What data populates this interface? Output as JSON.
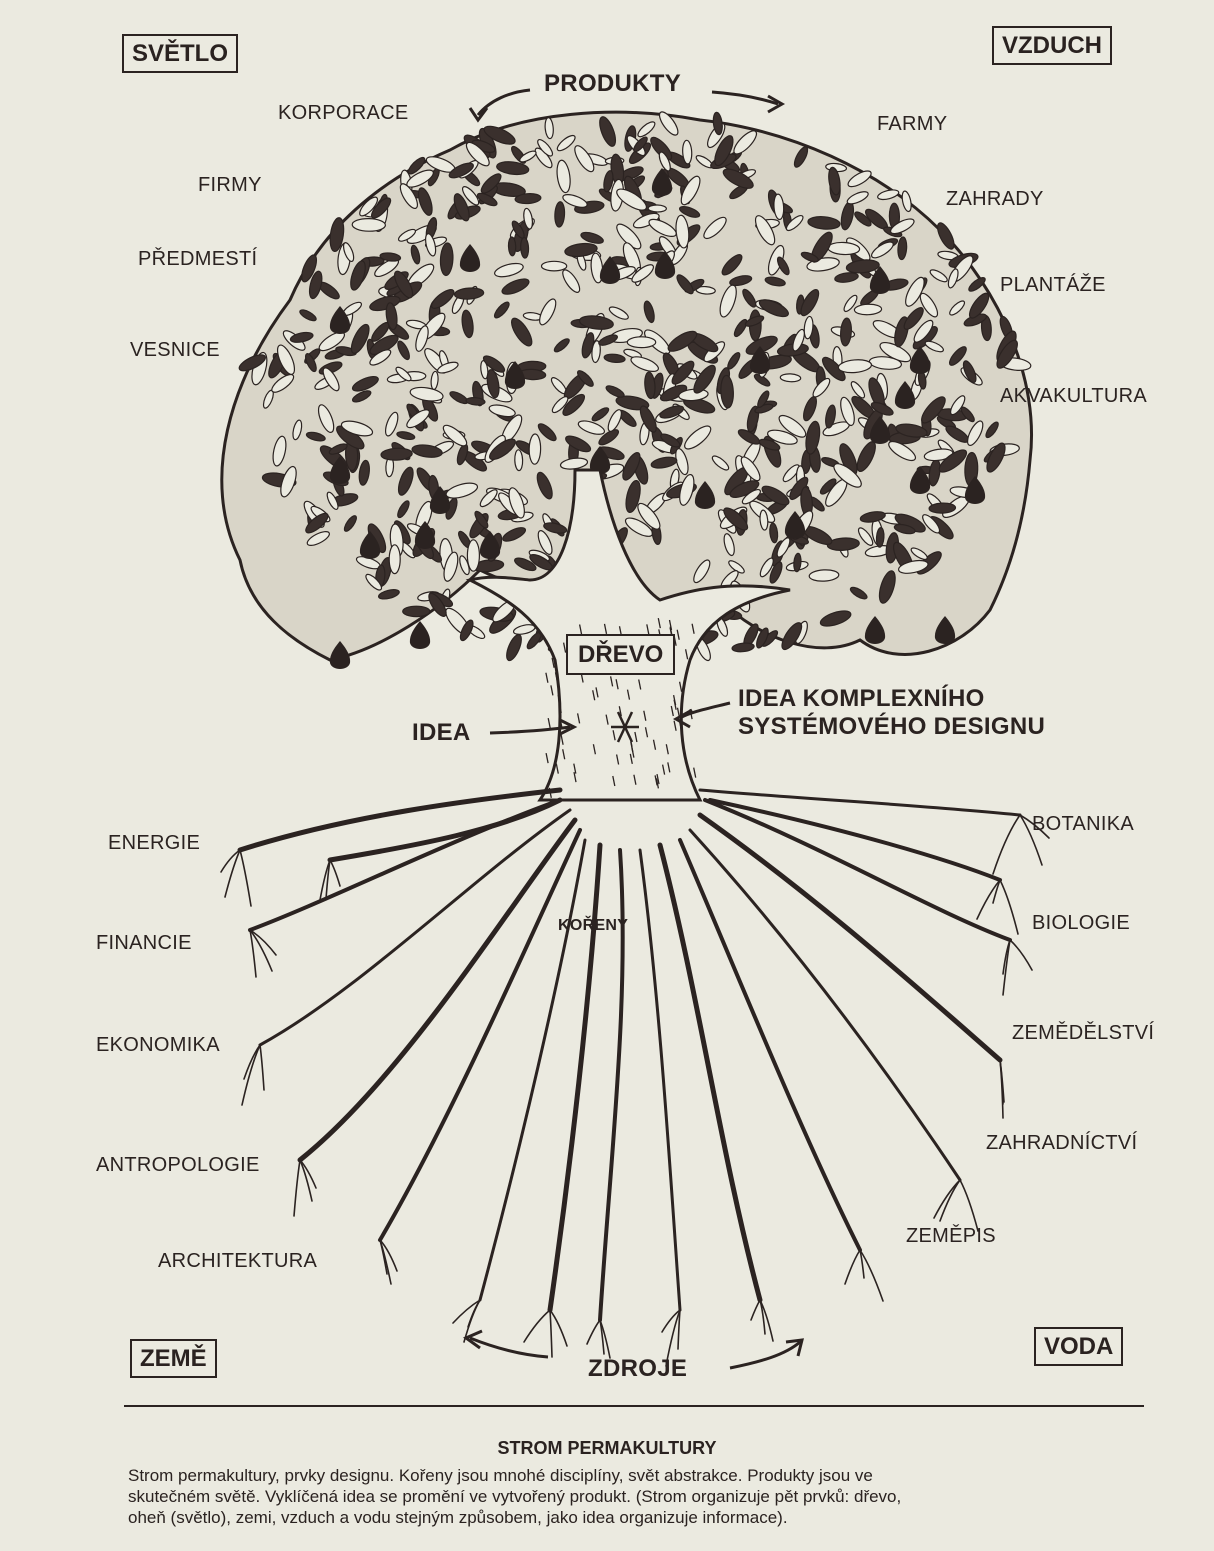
{
  "corners": {
    "top_left": "SVĚTLO",
    "top_right": "VZDUCH",
    "bottom_left": "ZEMĚ",
    "bottom_right": "VODA"
  },
  "top": {
    "products": "PRODUKTY"
  },
  "bottom": {
    "resources": "ZDROJE"
  },
  "canopy_left": [
    "KORPORACE",
    "FIRMY",
    "PŘEDMESTÍ",
    "VESNICE"
  ],
  "canopy_right": [
    "FARMY",
    "ZAHRADY",
    "PLANTÁŽE",
    "AKVAKULTURA"
  ],
  "trunk": {
    "wood": "DŘEVO",
    "idea": "IDEA",
    "idea_design_line1": "IDEA KOMPLEXNÍHO",
    "idea_design_line2": "SYSTÉMOVÉHO DESIGNU",
    "roots": "KOŘENY"
  },
  "roots_left": [
    "ENERGIE",
    "FINANCIE",
    "EKONOMIKA",
    "ANTROPOLOGIE",
    "ARCHITEKTURA"
  ],
  "roots_right": [
    "BOTANIKA",
    "BIOLOGIE",
    "ZEMĚDĚLSTVÍ",
    "ZAHRADNÍCTVÍ",
    "ZEMĚPIS"
  ],
  "caption": {
    "title": "STROM PERMAKULTURY",
    "line1": "Strom permakultury,  prvky designu.  Kořeny jsou mnohé disciplíny, svět abstrakce.  Produkty jsou ve",
    "line2": "skutečném světě. Vyklíčená idea se promění ve vytvořený produkt. (Strom organizuje pět prvků: dřevo,",
    "line3": "oheň (světlo), zemi, vzduch a vodu stejným způsobem, jako idea organizuje informace)."
  }
}
